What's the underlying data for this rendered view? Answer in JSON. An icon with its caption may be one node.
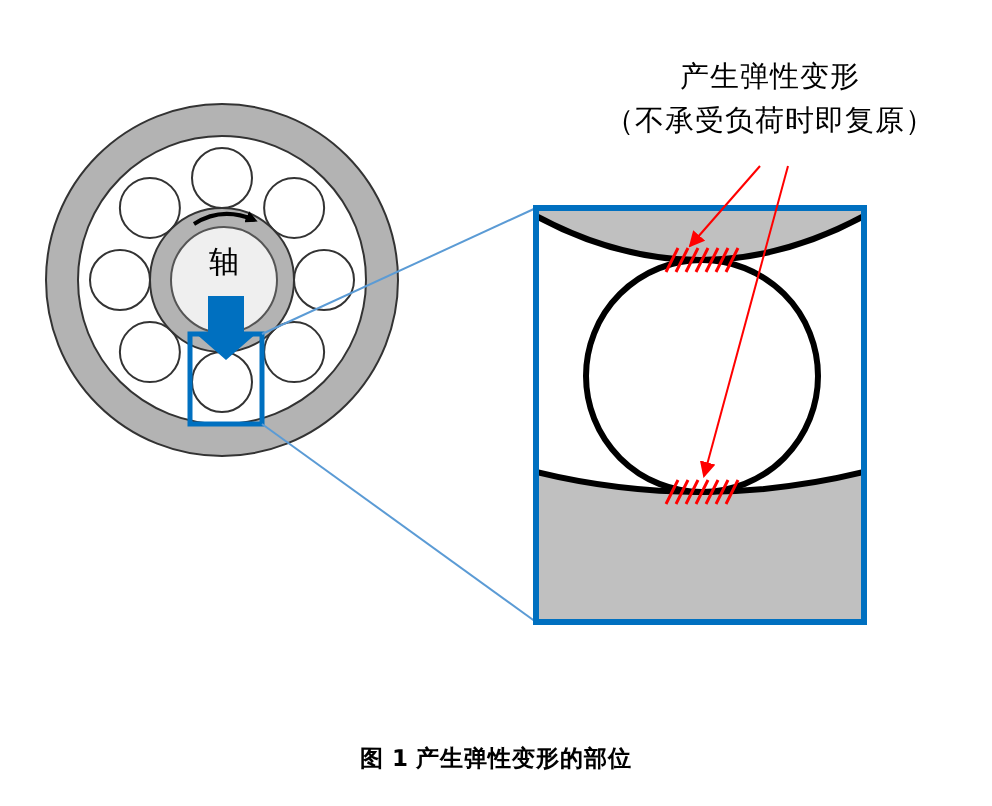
{
  "diagram": {
    "caption": "图 1 产生弹性变形的部位",
    "nodes": [
      {
        "text": [
          "轴"
        ]
      },
      {
        "text": [
          "产生弹性变形",
          "（不承受负荷时即复原）"
        ]
      },
      {
        "text": [],
        "shape": "hatch"
      },
      {
        "text": [],
        "shape": "hatch"
      }
    ],
    "edges": [
      {
        "from": 1,
        "to": 2,
        "arrow": "to"
      },
      {
        "from": 1,
        "to": 3,
        "arrow": "to"
      }
    ]
  }
}
